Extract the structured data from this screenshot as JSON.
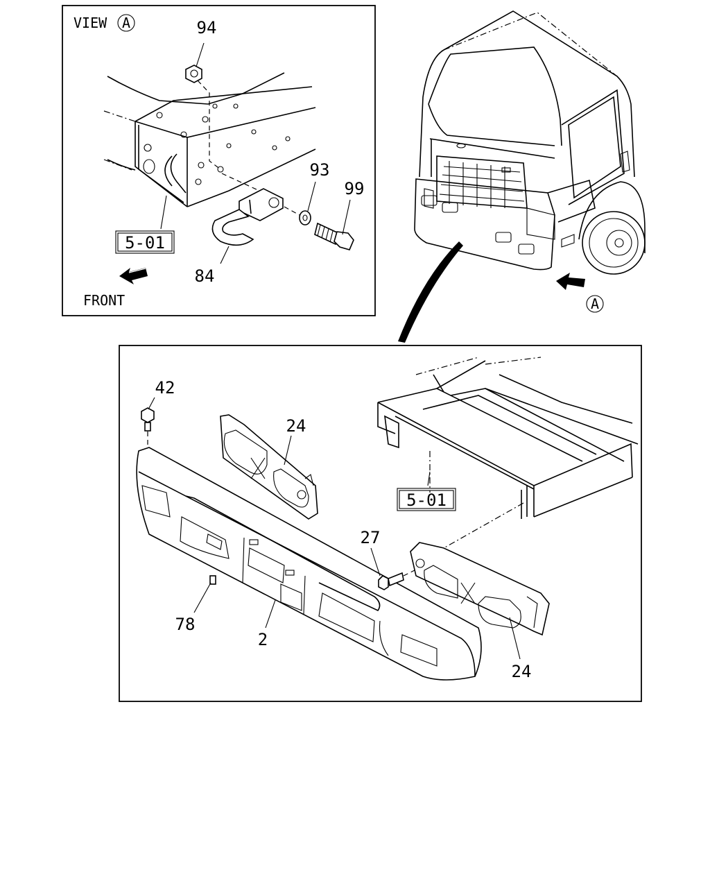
{
  "view_panel": {
    "title": "VIEW",
    "view_marker": "A",
    "front_label": "FRONT",
    "ref_box": "5-01"
  },
  "truck_panel": {
    "view_marker": "A"
  },
  "bumper_panel": {
    "ref_box": "5-01"
  },
  "callouts": {
    "c94": "94",
    "c93": "93",
    "c99": "99",
    "c84": "84",
    "c42": "42",
    "c24a": "24",
    "c24b": "24",
    "c27": "27",
    "c78": "78",
    "c2": "2"
  }
}
